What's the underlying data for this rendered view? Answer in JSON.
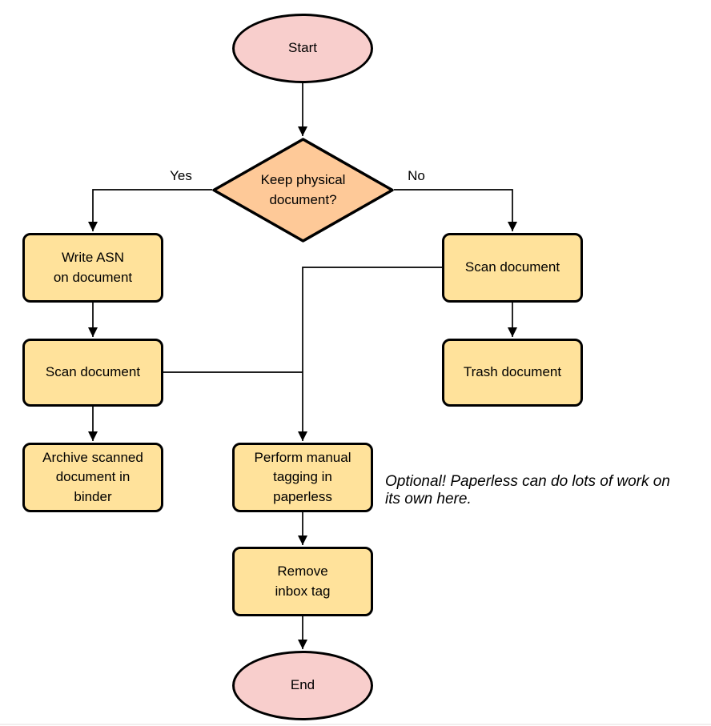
{
  "colors": {
    "terminal_fill": "#f8cecc",
    "decision_fill": "#fec998",
    "process_fill": "#ffe29b",
    "stroke": "#000000"
  },
  "nodes": {
    "start": {
      "label": "Start"
    },
    "decision": {
      "label": [
        "Keep physical",
        "document?"
      ]
    },
    "write_asn": {
      "label": [
        "Write ASN",
        "on document"
      ]
    },
    "scan_left": {
      "label": "Scan document"
    },
    "archive": {
      "label": [
        "Archive scanned",
        "document in",
        "binder"
      ]
    },
    "scan_right": {
      "label": "Scan document"
    },
    "trash": {
      "label": "Trash document"
    },
    "tagging": {
      "label": [
        "Perform manual",
        "tagging in",
        "paperless"
      ]
    },
    "remove_inbox": {
      "label": [
        "Remove",
        "inbox tag"
      ]
    },
    "end": {
      "label": "End"
    }
  },
  "edge_labels": {
    "yes": "Yes",
    "no": "No"
  },
  "annotation": {
    "text": [
      "Optional! Paperless can do lots of work on",
      "its own here."
    ]
  }
}
